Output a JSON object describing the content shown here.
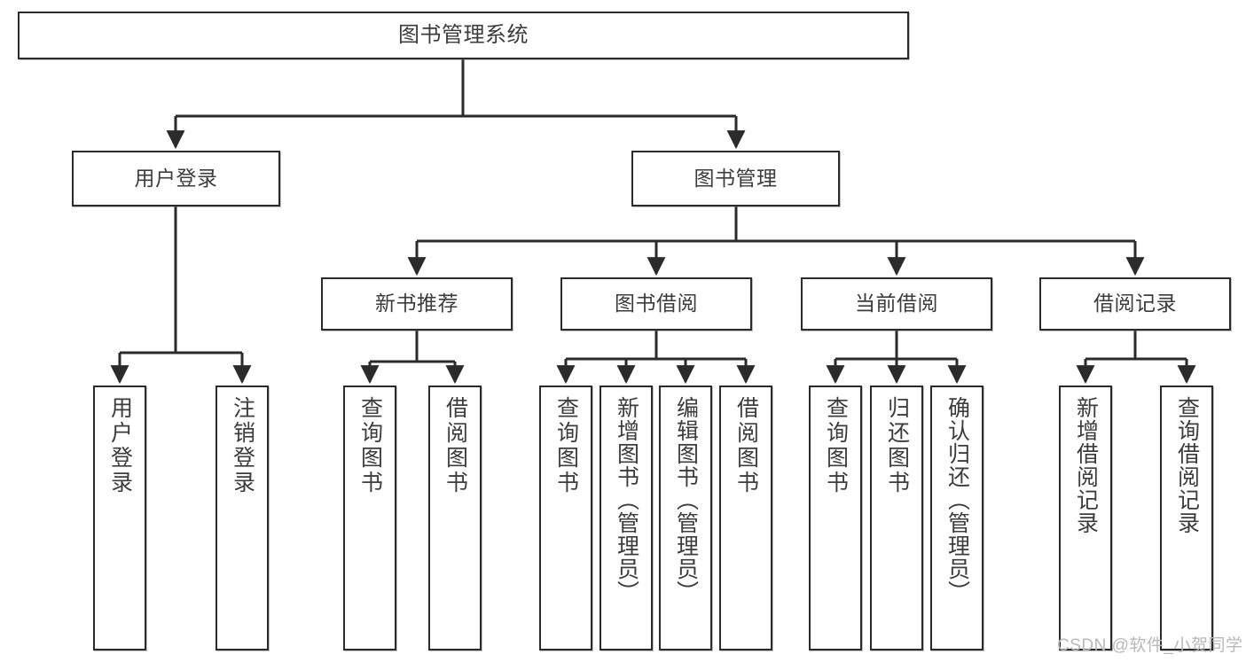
{
  "diagram": {
    "title": "图书管理系统",
    "type": "tree-hierarchy-chart",
    "stroke_color": "#2b2b2b",
    "text_color": "#3c3c3c",
    "background_color": "#ffffff"
  },
  "nodes": {
    "root": {
      "label": "图书管理系统"
    },
    "level2": [
      {
        "label": "用户登录"
      },
      {
        "label": "图书管理"
      }
    ],
    "level3": [
      {
        "label": "新书推荐"
      },
      {
        "label": "图书借阅"
      },
      {
        "label": "当前借阅"
      },
      {
        "label": "借阅记录"
      }
    ],
    "leaves": {
      "user_login": [
        {
          "label": "用户登录"
        },
        {
          "label": "注销登录"
        }
      ],
      "new_book_recommend": [
        {
          "label": "查询图书"
        },
        {
          "label": "借阅图书"
        }
      ],
      "book_borrow": [
        {
          "label": "查询图书"
        },
        {
          "label": "新增图书（管理员）"
        },
        {
          "label": "编辑图书（管理员）"
        },
        {
          "label": "借阅图书"
        }
      ],
      "current_borrow": [
        {
          "label": "查询图书"
        },
        {
          "label": "归还图书"
        },
        {
          "label": "确认归还（管理员）"
        }
      ],
      "borrow_records": [
        {
          "label": "新增借阅记录"
        },
        {
          "label": "查询借阅记录"
        }
      ]
    }
  },
  "watermark": {
    "text": "CSDN @软件_小贺同学"
  },
  "chart_data": {
    "type": "tree",
    "title": "图书管理系统",
    "root": "图书管理系统",
    "edges": [
      [
        "图书管理系统",
        "用户登录"
      ],
      [
        "图书管理系统",
        "图书管理"
      ],
      [
        "用户登录",
        "用户登录"
      ],
      [
        "用户登录",
        "注销登录"
      ],
      [
        "图书管理",
        "新书推荐"
      ],
      [
        "图书管理",
        "图书借阅"
      ],
      [
        "图书管理",
        "当前借阅"
      ],
      [
        "图书管理",
        "借阅记录"
      ],
      [
        "新书推荐",
        "查询图书"
      ],
      [
        "新书推荐",
        "借阅图书"
      ],
      [
        "图书借阅",
        "查询图书"
      ],
      [
        "图书借阅",
        "新增图书（管理员）"
      ],
      [
        "图书借阅",
        "编辑图书（管理员）"
      ],
      [
        "图书借阅",
        "借阅图书"
      ],
      [
        "当前借阅",
        "查询图书"
      ],
      [
        "当前借阅",
        "归还图书"
      ],
      [
        "当前借阅",
        "确认归还（管理员）"
      ],
      [
        "借阅记录",
        "新增借阅记录"
      ],
      [
        "借阅记录",
        "查询借阅记录"
      ]
    ],
    "levels": 4
  }
}
